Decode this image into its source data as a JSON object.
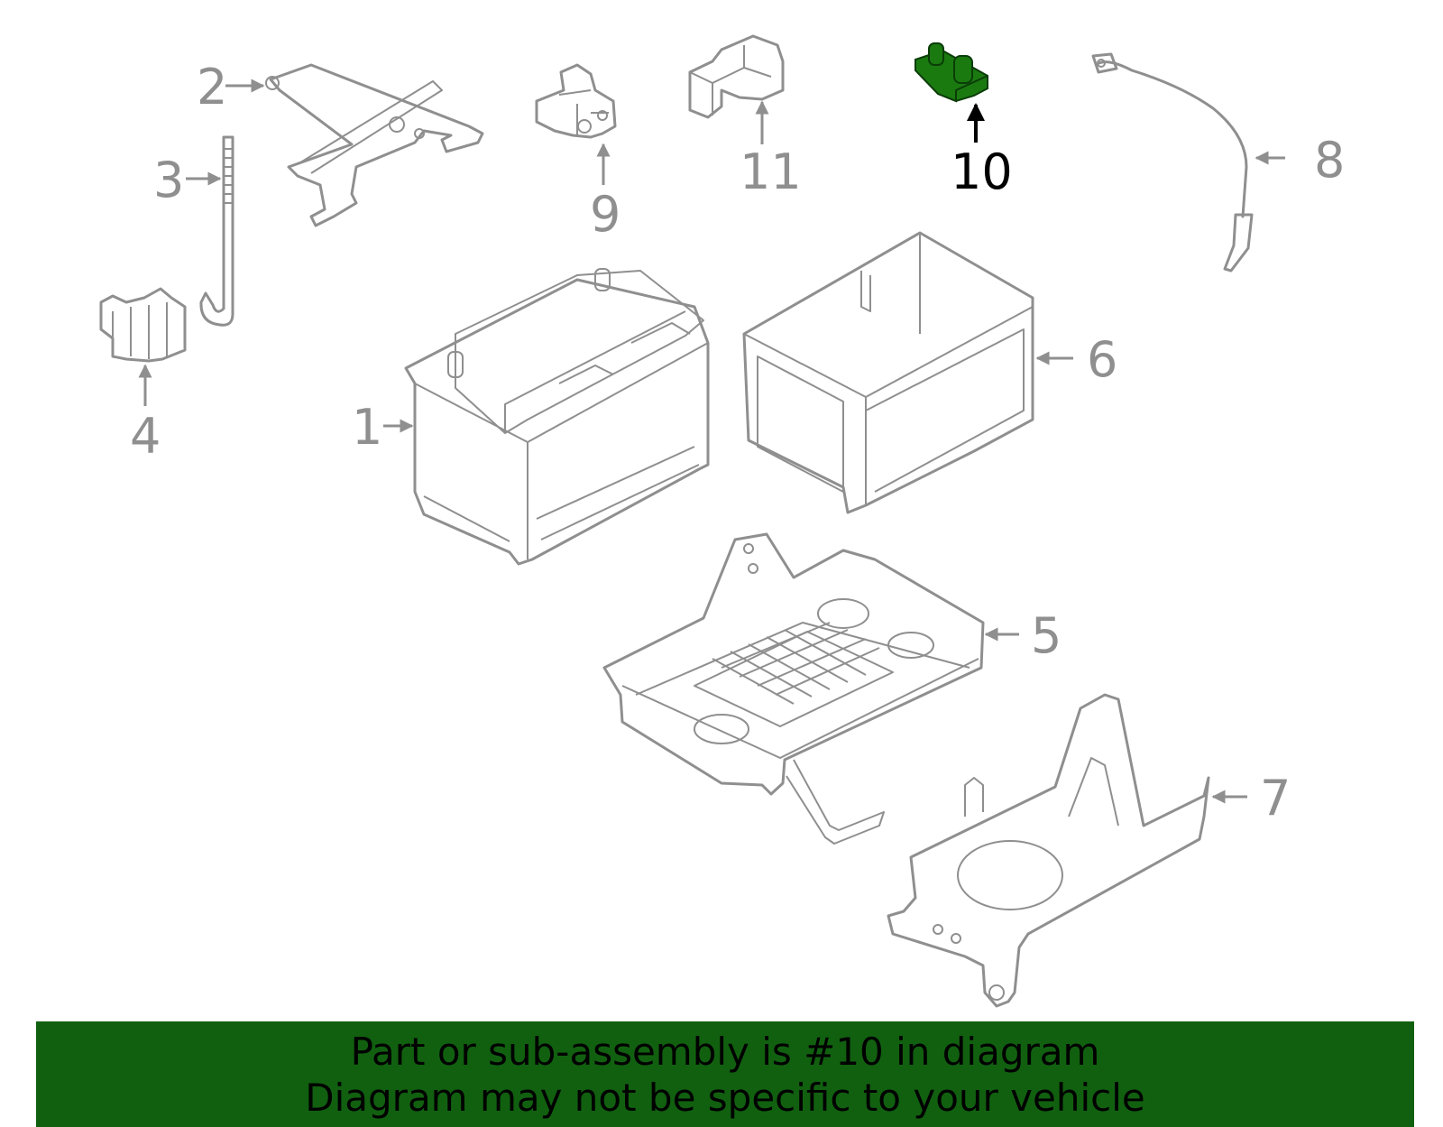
{
  "colors": {
    "line": "#8f8f8f",
    "highlight": "#1a7a10",
    "highlight_dark": "#0b3d08",
    "banner": "#116010",
    "text_active": "#000000"
  },
  "callouts": {
    "c1": "1",
    "c2": "2",
    "c3": "3",
    "c4": "4",
    "c5": "5",
    "c6": "6",
    "c7": "7",
    "c8": "8",
    "c9": "9",
    "c10": "10",
    "c11": "11"
  },
  "highlighted_part": "10",
  "banner": {
    "line1": "Part or sub-assembly is #10 in diagram",
    "line2": "Diagram may not be specific to your vehicle"
  }
}
